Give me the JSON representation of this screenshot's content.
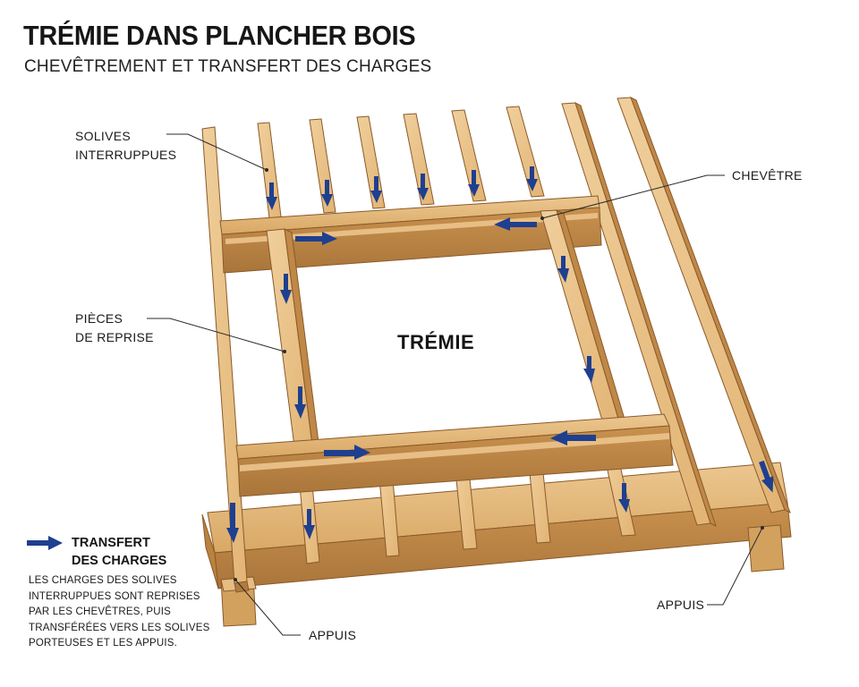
{
  "title": "TRÉMIE DANS PLANCHER BOIS",
  "subtitle": "CHEVÊTREMENT ET TRANSFERT DES CHARGES",
  "labels": {
    "solives_line1": "SOLIVES",
    "solives_line2": "INTERRUPPUES",
    "chevetre": "CHEVÊTRE",
    "pieces_line1": "PIÈCES",
    "pieces_line2": "DE REPRISE",
    "tremie": "TRÉMIE",
    "appuis_left": "APPUIS",
    "appuis_right": "APPUIS"
  },
  "legend": {
    "title_line1": "TRANSFERT",
    "title_line2": "DES CHARGES",
    "text_lines": [
      "LES CHARGES DES SOLIVES",
      "INTERRUPPUES SONT REPRISES",
      "PAR LES CHEVÊTRES, PUIS",
      "TRANSFÉRÉES VERS LES SOLIVES",
      "PORTEUSES ET LES APPUIS."
    ]
  },
  "colors": {
    "wood_light": "#e9c48f",
    "wood_mid": "#d7a665",
    "wood_dark": "#b07c3f",
    "wood_edge": "#8a5a2a",
    "arrow_blue": "#1f3f8f",
    "text": "#1a1a1a"
  }
}
